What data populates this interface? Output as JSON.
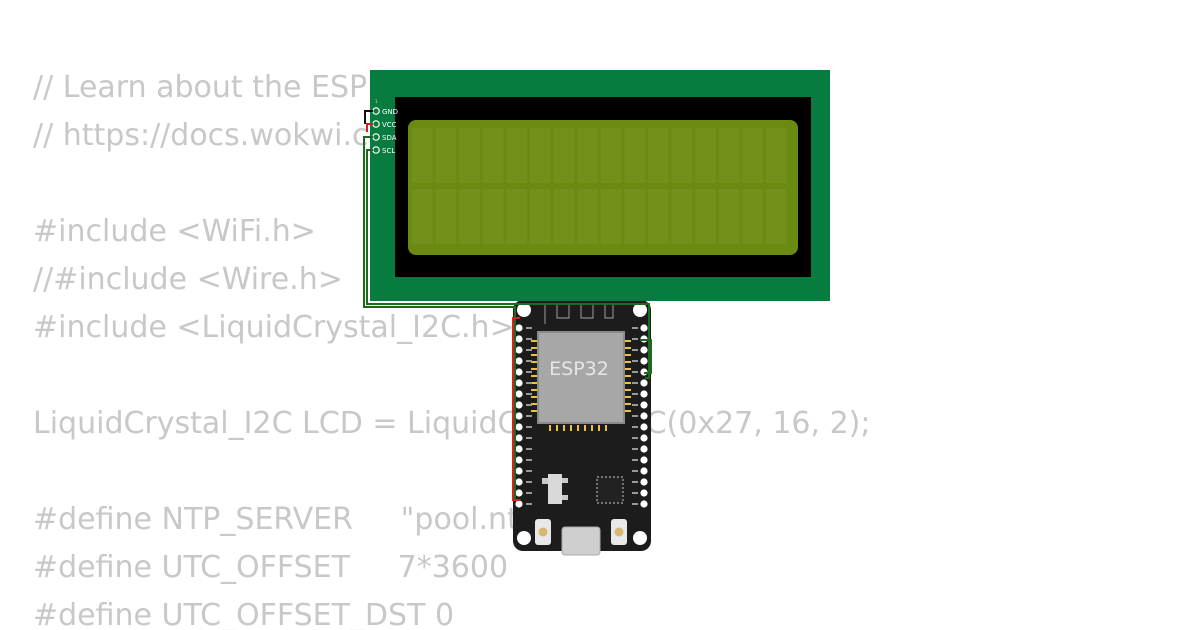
{
  "code": {
    "lines": [
      "// Learn about the ESP",
      "// https://docs.wokwi.c",
      "",
      "#include <WiFi.h>",
      "//#include <Wire.h>",
      "#include <LiquidCrystal_I2C.h>",
      "",
      "LiquidCrystal_I2C LCD = LiquidCrystal_I2C(0x27, 16, 2);",
      "",
      "#define NTP_SERVER     \"pool.ntp",
      "#define UTC_OFFSET     7*3600",
      "#define UTC_OFFSET_DST 0"
    ]
  },
  "lcd": {
    "pin_index": "1",
    "pins": [
      "GND",
      "VCC",
      "SDA",
      "SCL"
    ],
    "board_color": "#087c3e",
    "screen_color": "#6b8a12"
  },
  "esp32": {
    "chip_label": "ESP32",
    "board_color": "#1c1c1c"
  },
  "wires": {
    "gnd_color": "#111111",
    "vcc_color": "#d32222",
    "sda_color": "#1d6a1d",
    "scl_color": "#1d6a1d"
  }
}
